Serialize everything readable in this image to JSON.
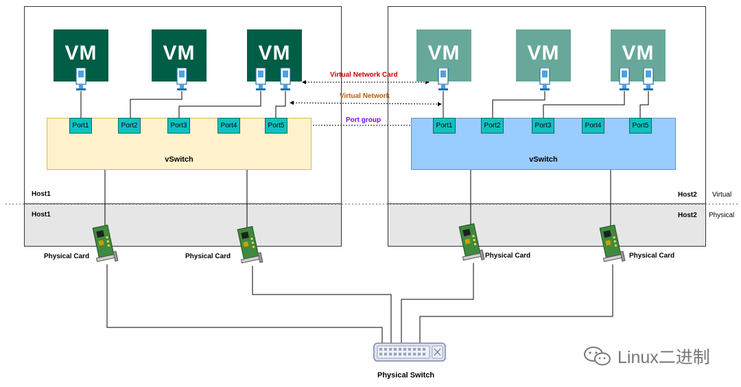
{
  "labels": {
    "vm": "VM",
    "vswitch": "vSwitch",
    "ports": [
      "Port1",
      "Port2",
      "Port3",
      "Port4",
      "Port5"
    ],
    "host1": "Host1",
    "host2": "Host2",
    "virtual": "Virtual",
    "physical": "Physical",
    "physical_card": "Physical Card",
    "physical_switch": "Physical Switch",
    "virtual_network_card": "Virtual Network Card",
    "virtual_network": "Virtual Network",
    "port_group": "Port group",
    "watermark": "Linux二进制"
  },
  "colors": {
    "vm_host1": "#005d46",
    "vm_host2": "#67a89a",
    "vswitch_host1": "#fff2cc",
    "vswitch_host2": "#99ccff",
    "port": "#12c0c0",
    "nic": "#4aa3df",
    "virtual_network_card_label": "#cc0000",
    "virtual_network_label": "#b85c00",
    "port_group_label": "#7f00ff",
    "physical_band": "#e6e6e6"
  }
}
